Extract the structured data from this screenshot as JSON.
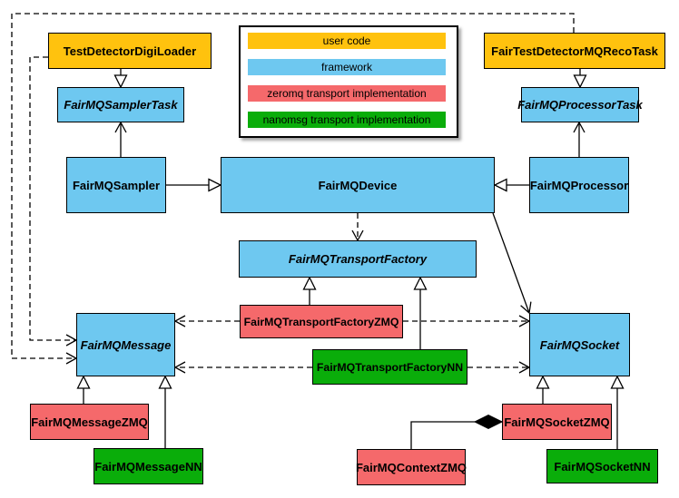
{
  "colors": {
    "userCode": "#FFC20E",
    "framework": "#6EC8F0",
    "zeromq": "#F5696B",
    "nanomsg": "#0AAD0A"
  },
  "legend": {
    "items": [
      {
        "label": "user code",
        "category": "userCode"
      },
      {
        "label": "framework",
        "category": "framework"
      },
      {
        "label": "zeromq transport implementation",
        "category": "zeromq"
      },
      {
        "label": "nanomsg transport implementation",
        "category": "nanomsg"
      }
    ]
  },
  "nodes": {
    "testDetectorDigiLoader": {
      "label": "TestDetectorDigiLoader",
      "category": "userCode",
      "abstract": false
    },
    "fairTestDetectorMQRecoTask": {
      "label": "FairTestDetectorMQRecoTask",
      "category": "userCode",
      "abstract": false
    },
    "fairMQSamplerTask": {
      "label": "FairMQSamplerTask",
      "category": "framework",
      "abstract": true
    },
    "fairMQProcessorTask": {
      "label": "FairMQProcessorTask",
      "category": "framework",
      "abstract": true
    },
    "fairMQSampler": {
      "label": "FairMQSampler",
      "category": "framework",
      "abstract": false
    },
    "fairMQDevice": {
      "label": "FairMQDevice",
      "category": "framework",
      "abstract": false
    },
    "fairMQProcessor": {
      "label": "FairMQProcessor",
      "category": "framework",
      "abstract": false
    },
    "fairMQTransportFactory": {
      "label": "FairMQTransportFactory",
      "category": "framework",
      "abstract": true
    },
    "fairMQTransportFactoryZMQ": {
      "label": "FairMQTransportFactoryZMQ",
      "category": "zeromq",
      "abstract": false
    },
    "fairMQTransportFactoryNN": {
      "label": "FairMQTransportFactoryNN",
      "category": "nanomsg",
      "abstract": false
    },
    "fairMQMessage": {
      "label": "FairMQMessage",
      "category": "framework",
      "abstract": true
    },
    "fairMQSocket": {
      "label": "FairMQSocket",
      "category": "framework",
      "abstract": true
    },
    "fairMQMessageZMQ": {
      "label": "FairMQMessageZMQ",
      "category": "zeromq",
      "abstract": false
    },
    "fairMQMessageNN": {
      "label": "FairMQMessageNN",
      "category": "nanomsg",
      "abstract": false
    },
    "fairMQSocketZMQ": {
      "label": "FairMQSocketZMQ",
      "category": "zeromq",
      "abstract": false
    },
    "fairMQSocketNN": {
      "label": "FairMQSocketNN",
      "category": "nanomsg",
      "abstract": false
    },
    "fairMQContextZMQ": {
      "label": "FairMQContextZMQ",
      "category": "zeromq",
      "abstract": false
    }
  },
  "edges": [
    {
      "from": "TestDetectorDigiLoader",
      "to": "FairMQSamplerTask",
      "type": "generalization"
    },
    {
      "from": "FairTestDetectorMQRecoTask",
      "to": "FairMQProcessorTask",
      "type": "generalization"
    },
    {
      "from": "FairMQSampler",
      "to": "FairMQSamplerTask",
      "type": "association"
    },
    {
      "from": "FairMQProcessor",
      "to": "FairMQProcessorTask",
      "type": "association"
    },
    {
      "from": "FairMQSampler",
      "to": "FairMQDevice",
      "type": "generalization"
    },
    {
      "from": "FairMQProcessor",
      "to": "FairMQDevice",
      "type": "generalization"
    },
    {
      "from": "FairMQDevice",
      "to": "FairMQTransportFactory",
      "type": "dependency"
    },
    {
      "from": "FairMQDevice",
      "to": "FairMQSocket",
      "type": "association"
    },
    {
      "from": "FairMQTransportFactoryZMQ",
      "to": "FairMQTransportFactory",
      "type": "generalization"
    },
    {
      "from": "FairMQTransportFactoryNN",
      "to": "FairMQTransportFactory",
      "type": "generalization"
    },
    {
      "from": "FairMQTransportFactoryZMQ",
      "to": "FairMQMessage",
      "type": "dependency"
    },
    {
      "from": "FairMQTransportFactoryZMQ",
      "to": "FairMQSocket",
      "type": "dependency"
    },
    {
      "from": "FairMQTransportFactoryNN",
      "to": "FairMQMessage",
      "type": "dependency"
    },
    {
      "from": "FairMQTransportFactoryNN",
      "to": "FairMQSocket",
      "type": "dependency"
    },
    {
      "from": "TestDetectorDigiLoader",
      "to": "FairMQMessage",
      "type": "dependency"
    },
    {
      "from": "FairTestDetectorMQRecoTask",
      "to": "FairMQMessage",
      "type": "dependency"
    },
    {
      "from": "FairMQMessageZMQ",
      "to": "FairMQMessage",
      "type": "generalization"
    },
    {
      "from": "FairMQMessageNN",
      "to": "FairMQMessage",
      "type": "generalization"
    },
    {
      "from": "FairMQSocketZMQ",
      "to": "FairMQSocket",
      "type": "generalization"
    },
    {
      "from": "FairMQSocketNN",
      "to": "FairMQSocket",
      "type": "generalization"
    },
    {
      "from": "FairMQContextZMQ",
      "to": "FairMQSocketZMQ",
      "type": "composition"
    }
  ]
}
